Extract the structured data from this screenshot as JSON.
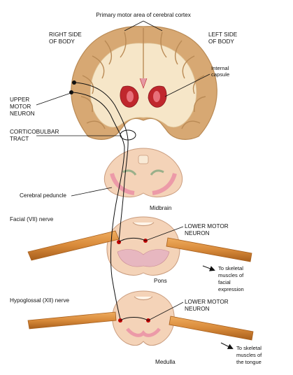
{
  "labels": {
    "primary_motor_area": "Primary motor area of cerebral cortex",
    "right_side_1": "RIGHT SIDE",
    "right_side_2": "OF BODY",
    "left_side_1": "LEFT SIDE",
    "left_side_2": "OF BODY",
    "internal_capsule_1": "Internal",
    "internal_capsule_2": "capsule",
    "upper_motor_1": "UPPER",
    "upper_motor_2": "MOTOR",
    "upper_motor_3": "NEURON",
    "corticobulbar_1": "CORTICOBULBAR",
    "corticobulbar_2": "TRACT",
    "cerebral_peduncle": "Cerebral peduncle",
    "midbrain": "Midbrain",
    "facial_nerve": "Facial (VII) nerve",
    "lower_motor_1a": "LOWER MOTOR",
    "lower_motor_1b": "NEURON",
    "skeletal_facial_1": "To skeletal",
    "skeletal_facial_2": "muscles of",
    "skeletal_facial_3": "facial",
    "skeletal_facial_4": "expression",
    "pons": "Pons",
    "hypoglossal_nerve": "Hypoglossal (XII) nerve",
    "lower_motor_2a": "LOWER MOTOR",
    "lower_motor_2b": "NEURON",
    "skeletal_tongue_1": "To skeletal",
    "skeletal_tongue_2": "muscles of",
    "skeletal_tongue_3": "the tongue",
    "medulla": "Medulla"
  },
  "colors": {
    "cortex": "#d7a873",
    "cortex_dark": "#b98a55",
    "white_matter": "#f6e6c8",
    "basal_ganglia": "#c0272d",
    "brainstem": "#f4d3b8",
    "brainstem_pink": "#ec9aa8",
    "nerve": "#d88a3a",
    "nerve_dark": "#a85f1c",
    "neuron_dot": "#c00000"
  },
  "icons": {
    "arrow": "arrow-right-icon"
  }
}
